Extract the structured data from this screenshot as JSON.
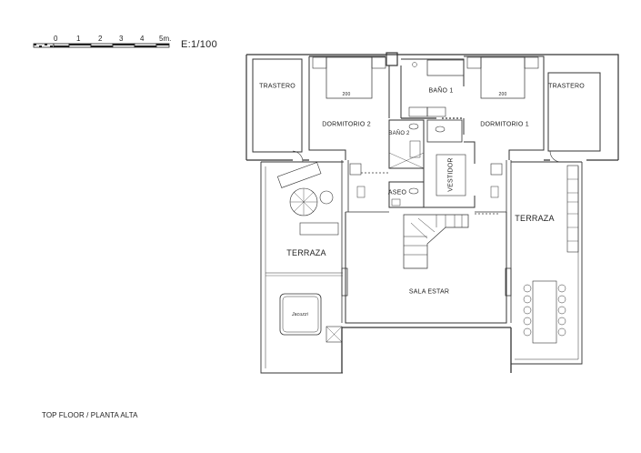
{
  "scale_bar": {
    "ticks": [
      "0",
      "1",
      "2",
      "3",
      "4",
      "5m."
    ],
    "ratio": "E:1/100"
  },
  "plan": {
    "rooms": {
      "trastero_left": "TRASTERO",
      "dormitorio_2": "DORMITORIO  2",
      "bano_1": "BAÑO  1",
      "bano_2": "BAÑO  2",
      "dormitorio_1": "DORMITORIO  1",
      "trastero_right": "TRASTERO",
      "vestidor": "VESTIDOR",
      "aseo": "ASEO",
      "terraza_left": "TERRAZA",
      "terraza_right": "TERRAZA",
      "sala_estar": "SALA    ESTAR",
      "jacuzzi": "Jacuzzi",
      "bed_2_size": "200",
      "bed_1_size": "200"
    },
    "colors": {
      "wall": "#333333",
      "line": "#555555",
      "background": "#ffffff"
    }
  },
  "caption": "TOP FLOOR / PLANTA ALTA"
}
